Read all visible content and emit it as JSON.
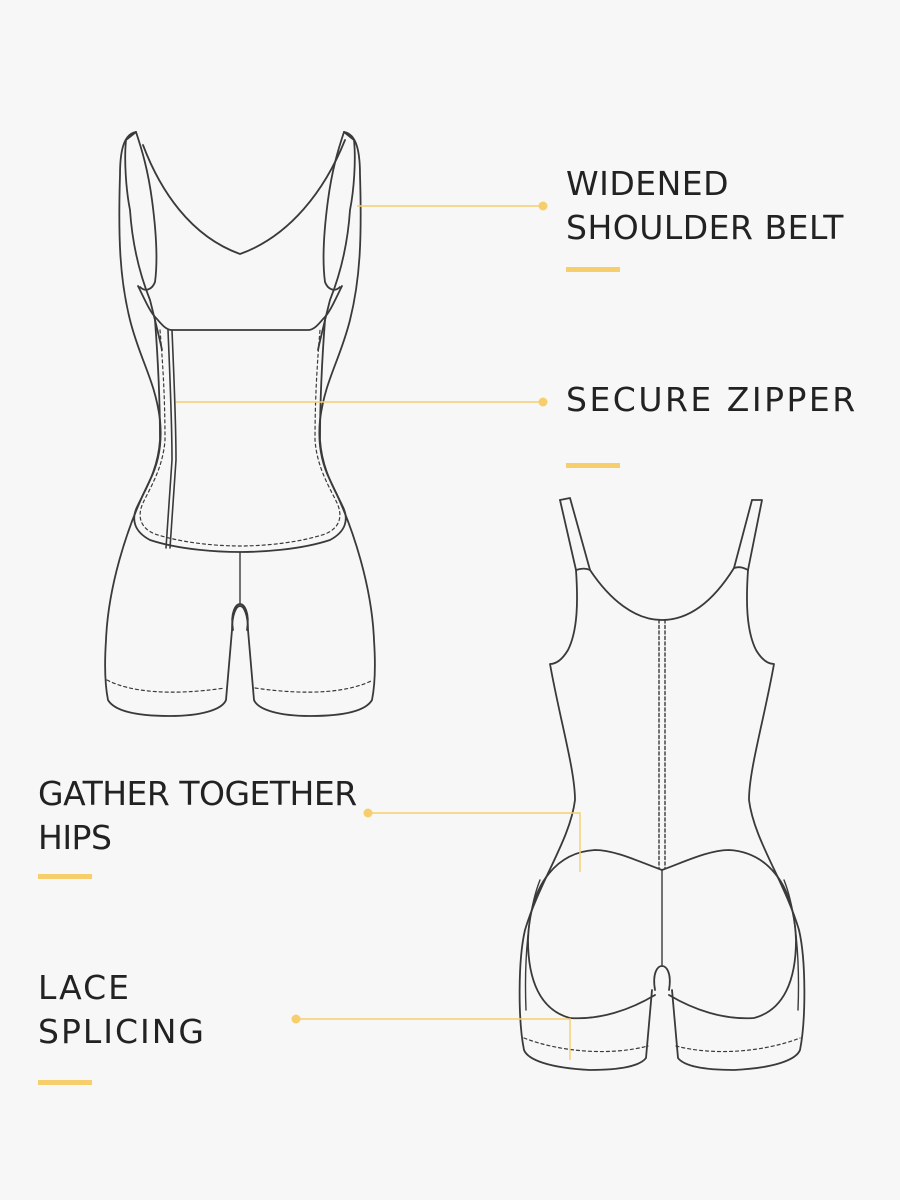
{
  "colors": {
    "background": "#f7f7f7",
    "text": "#222222",
    "accent": "#f6cf6c",
    "outline": "#3a3a3a"
  },
  "illustrations": {
    "front_view": "bodysuit-front-icon",
    "back_view": "bodysuit-back-icon"
  },
  "features": [
    {
      "id": "widened-shoulder-belt",
      "lines": [
        "WIDENED",
        "SHOULDER BELT"
      ]
    },
    {
      "id": "secure-zipper",
      "lines": [
        "SECURE ZIPPER"
      ]
    },
    {
      "id": "gather-together-hips",
      "lines": [
        "GATHER TOGETHER",
        "HIPS"
      ]
    },
    {
      "id": "lace-splicing",
      "lines": [
        "LACE",
        "SPLICING"
      ]
    }
  ]
}
